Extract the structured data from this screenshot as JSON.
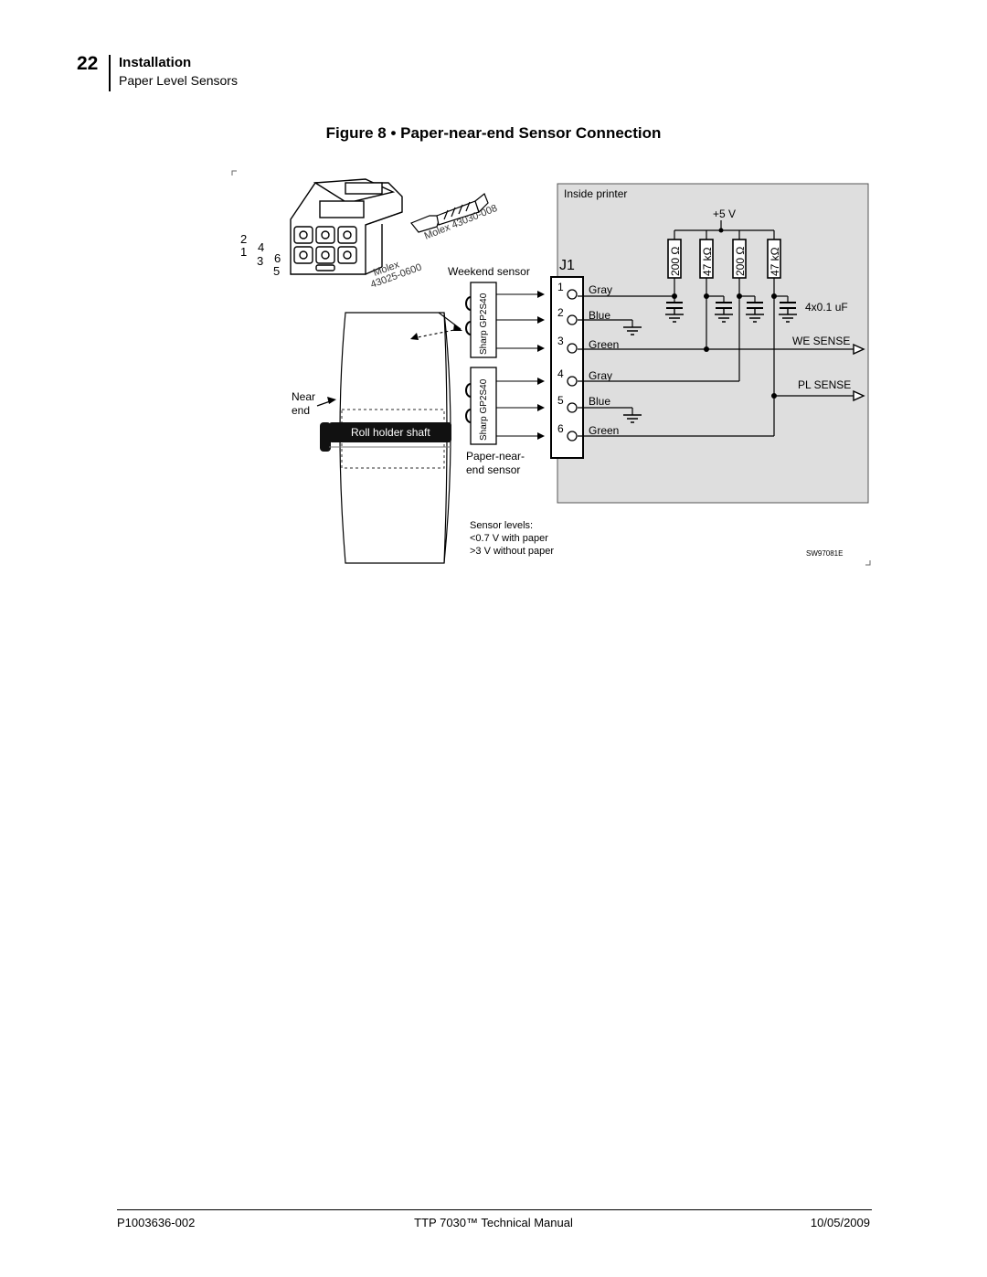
{
  "header": {
    "page_number": "22",
    "section": "Installation",
    "subsection": "Paper Level Sensors"
  },
  "figure": {
    "title": "Figure 8 • Paper-near-end Sensor Connection",
    "connector": {
      "pins_left": [
        "2",
        "1",
        "4",
        "3",
        "6",
        "5"
      ],
      "molex_housing": "Molex 43025-0600",
      "molex_housing_line1": "Molex",
      "molex_housing_line2": "43025-0600",
      "molex_pin": "Molex 43030-008"
    },
    "weekend_sensor_label": "Weekend sensor",
    "sensor_model": "Sharp GP2S40",
    "near_end_line1": "Near",
    "near_end_line2": "end",
    "roll_holder_label": "Roll holder shaft",
    "paper_near_end_line1": "Paper-near-",
    "paper_near_end_line2": "end sensor",
    "sensor_levels": {
      "title": "Sensor levels:",
      "with_paper": "<0.7 V with paper",
      "without_paper": ">3 V without paper"
    },
    "inside_printer_label": "Inside printer",
    "connector_label": "J1",
    "supply_label": "+5 V",
    "resistors": [
      "200 Ω",
      "47 kΩ",
      "200 Ω",
      "47 kΩ"
    ],
    "capacitor_label": "4x0.1 uF",
    "pins": [
      {
        "number": "1",
        "wire": "Gray"
      },
      {
        "number": "2",
        "wire": "Blue"
      },
      {
        "number": "3",
        "wire": "Green"
      },
      {
        "number": "4",
        "wire": "Gray"
      },
      {
        "number": "5",
        "wire": "Blue"
      },
      {
        "number": "6",
        "wire": "Green"
      }
    ],
    "we_sense_label": "WE SENSE",
    "pl_sense_label": "PL SENSE",
    "drawing_code": "SW97081E"
  },
  "footer": {
    "doc_number": "P1003636-002",
    "manual_title": "TTP 7030™ Technical Manual",
    "date": "10/05/2009"
  }
}
